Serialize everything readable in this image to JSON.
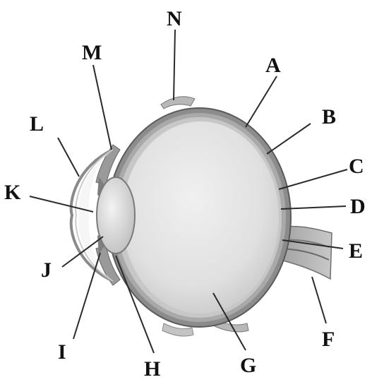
{
  "diagram": {
    "labels": {
      "A": "A",
      "B": "B",
      "C": "C",
      "D": "D",
      "E": "E",
      "F": "F",
      "G": "G",
      "H": "H",
      "I": "I",
      "J": "J",
      "K": "K",
      "L": "L",
      "M": "M",
      "N": "N"
    }
  },
  "colors": {
    "background": "#ffffff",
    "sclera": "#7f7f7f",
    "vitreous": "#e6e6e6",
    "lens": "#dcdcdc",
    "nerve": "#8a8a8a",
    "label": "#111111"
  }
}
